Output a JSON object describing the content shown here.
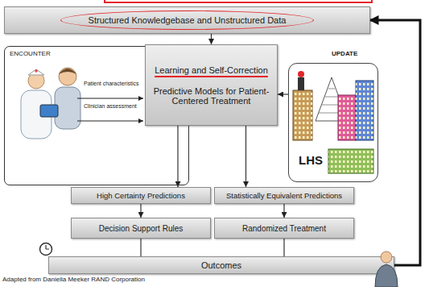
{
  "diagram": {
    "caption": "Adapted from Daniella Meeker RAND Corporation",
    "nodes": [
      {
        "text": [
          "Structured Knowledgebase and Unstructured Data"
        ]
      },
      {
        "text": [
          "ENCOUNTER"
        ]
      },
      {
        "text": [
          "Learning and Self-Correction",
          "Predictive Models for Patient-Centered Treatment"
        ]
      },
      {
        "text": [
          "LHS"
        ]
      },
      {
        "text": [
          "High Certainty Predictions"
        ]
      },
      {
        "text": [
          "Statistically Equivalent Predictions"
        ]
      },
      {
        "text": [
          "Decision Support Rules"
        ]
      },
      {
        "text": [
          "Randomized Treatment"
        ]
      },
      {
        "text": [
          "Outcomes"
        ]
      }
    ],
    "edges": [
      {
        "from": 0,
        "to": 2,
        "arrow": "to"
      },
      {
        "from": 3,
        "to": 2,
        "arrow": "to"
      },
      {
        "from": 2,
        "to": 4,
        "arrow": "to"
      },
      {
        "from": 2,
        "to": 5,
        "arrow": "to"
      },
      {
        "from": 4,
        "to": 6,
        "arrow": "to"
      },
      {
        "from": 5,
        "to": 7,
        "arrow": "to"
      },
      {
        "from": 6,
        "to": 8,
        "arrow": "none"
      },
      {
        "from": 7,
        "to": 8,
        "arrow": "none"
      },
      {
        "from": 8,
        "to": 0,
        "arrow": "to"
      }
    ],
    "labels": [
      "Patient characteristics",
      "Clinician assessment",
      "UPDATE"
    ]
  }
}
